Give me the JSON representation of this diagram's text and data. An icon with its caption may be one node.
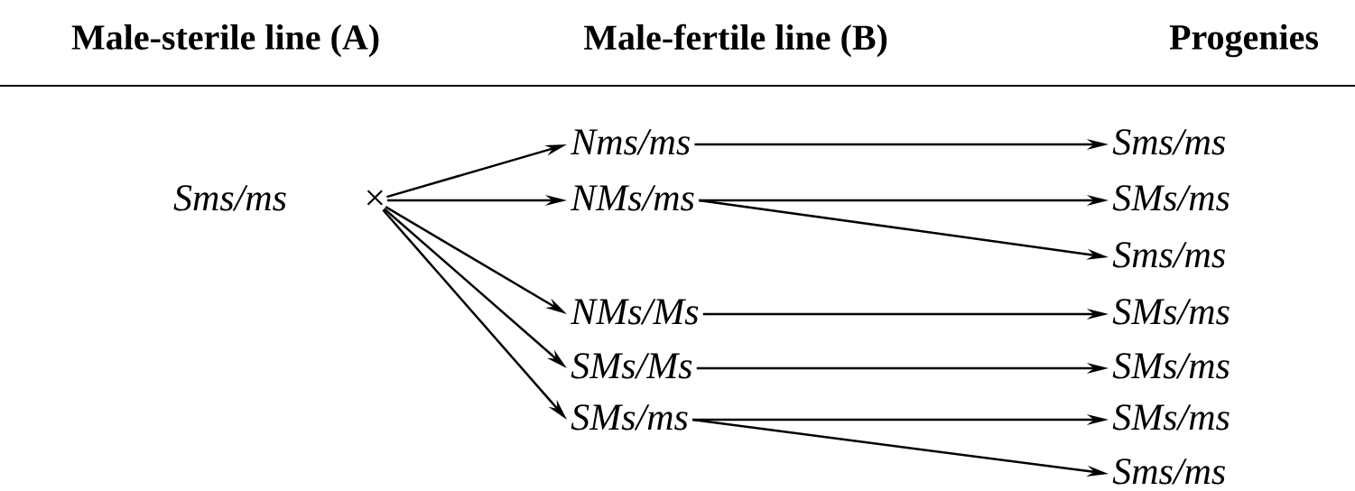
{
  "diagram": {
    "nodes": [
      {
        "text": [
          "*Sms/ms*"
        ]
      },
      {
        "text": [
          "×"
        ]
      },
      {
        "text": [
          "Nms/ms"
        ]
      },
      {
        "text": [
          "NMs/ms"
        ]
      },
      {
        "text": [
          "NMs/Ms"
        ]
      },
      {
        "text": [
          "*SMs/Ms*"
        ]
      },
      {
        "text": [
          "*SMs/ms*"
        ]
      },
      {
        "text": [
          "*Sms/ms*"
        ]
      },
      {
        "text": [
          "*SMs/ms*"
        ]
      },
      {
        "text": [
          "*Sms/ms*"
        ]
      },
      {
        "text": [
          "*SMs/ms*"
        ]
      },
      {
        "text": [
          "*SMs/ms*"
        ]
      },
      {
        "text": [
          "*SMs/ms*"
        ]
      },
      {
        "text": [
          "*Sms/ms*"
        ]
      }
    ],
    "edges": [
      {
        "from": 1,
        "to": 2,
        "arrow": "to"
      },
      {
        "from": 1,
        "to": 3,
        "arrow": "to"
      },
      {
        "from": 1,
        "to": 4,
        "arrow": "to"
      },
      {
        "from": 1,
        "to": 5,
        "arrow": "to"
      },
      {
        "from": 1,
        "to": 6,
        "arrow": "to"
      },
      {
        "from": 2,
        "to": 7,
        "arrow": "to"
      },
      {
        "from": 3,
        "to": 8,
        "arrow": "to"
      },
      {
        "from": 3,
        "to": 9,
        "arrow": "to"
      },
      {
        "from": 4,
        "to": 10,
        "arrow": "to"
      },
      {
        "from": 5,
        "to": 11,
        "arrow": "to"
      },
      {
        "from": 6,
        "to": 12,
        "arrow": "to"
      },
      {
        "from": 6,
        "to": 13,
        "arrow": "to"
      }
    ],
    "labels": [
      "Male-sterile line (A)",
      "Male-fertile line (B)",
      "Progenies"
    ]
  }
}
